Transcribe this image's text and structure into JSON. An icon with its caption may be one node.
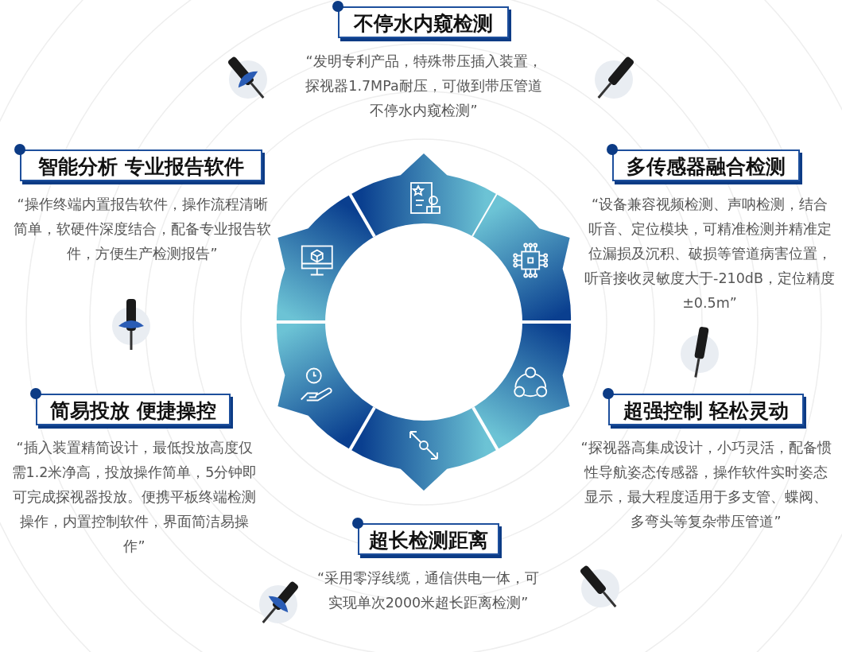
{
  "diagram": {
    "nodes": [
      {
        "text": [
          "不停水内窥检测"
        ],
        "beside": [
          "“发明专利产品，特殊带压插入装置，探视器1.7MPa耐压，可做到带压管道不停水内窥检测”"
        ]
      },
      {
        "text": [
          "智能分析 专业报告软件"
        ],
        "beside": [
          "“操作终端内置报告软件，操作流程清晰简单，软硬件深度结合，配备专业报告软件，方便生产检测报告”"
        ]
      },
      {
        "text": [
          "多传感器融合检测"
        ],
        "beside": [
          "“设备兼容视频检测、声呐检测，结合听音、定位模块，可精准检测并精准定位漏损及沉积、破损等管道病害位置，听音接收灵敏度大于-210dB，定位精度±0.5m”"
        ]
      },
      {
        "text": [
          "简易投放 便捷操控"
        ],
        "beside": [
          "“插入装置精简设计，最低投放高度仅需1.2米净高，投放操作简单，5分钟即可完成探视器投放。便携平板终端检测操作，内置控制软件，界面简洁易操作”"
        ]
      },
      {
        "text": [
          "超强控制 轻松灵动"
        ],
        "beside": [
          "“探视器高集成设计，小巧灵活，配备惯性导航姿态传感器，操作软件实时姿态显示，最大程度适用于多支管、蝶阀、多弯头等复杂带压管道”"
        ]
      },
      {
        "text": [
          "超长检测距离"
        ],
        "beside": [
          "“采用零浮线缆，通信供电一体，可实现单次2000米超长距离检测”"
        ]
      }
    ]
  }
}
